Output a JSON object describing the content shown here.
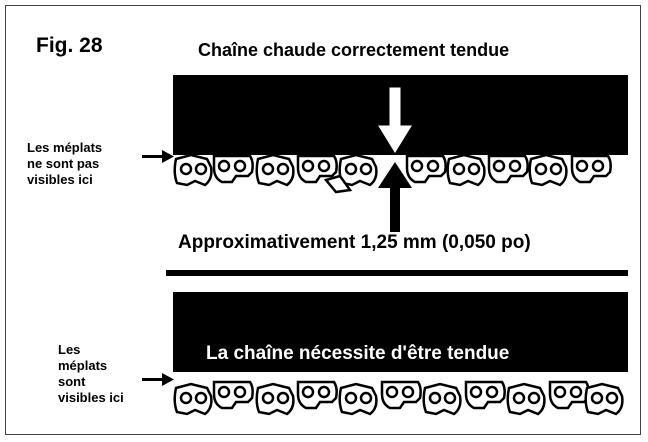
{
  "figure": {
    "label": "Fig. 28"
  },
  "top_panel": {
    "title": "Chaîne chaude correctement tendue",
    "side_note": [
      "Les méplats",
      "ne sont pas",
      "visibles ici"
    ],
    "measurement": "Approximativement 1,25 mm (0,050 po)"
  },
  "bottom_panel": {
    "title": "La chaîne nécessite d'être tendue",
    "side_note": [
      "Les",
      "méplats",
      "sont",
      "visibles ici"
    ]
  },
  "colors": {
    "ink": "#000000",
    "paper": "#ffffff",
    "frame": "#444444"
  }
}
